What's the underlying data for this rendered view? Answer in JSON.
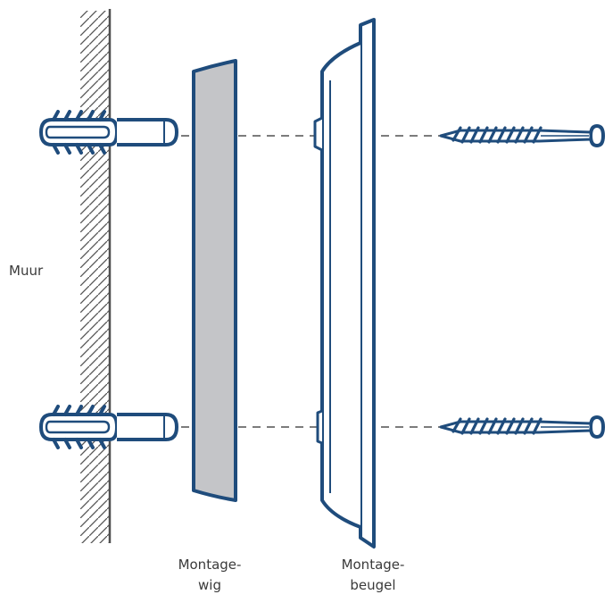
{
  "labels": {
    "wall": "Muur",
    "wedge_line1": "Montage-",
    "wedge_line2": "wig",
    "bracket_line1": "Montage-",
    "bracket_line2": "beugel"
  },
  "colors": {
    "outline": "#1f4c7c",
    "wedge_fill": "#c4c5c8",
    "hatch": "#555555",
    "text": "#3a3a3a",
    "guide": "#505050"
  },
  "icons": [
    "wall-hatch-icon",
    "wall-plug-icon",
    "wedge-icon",
    "bracket-icon",
    "screw-icon"
  ]
}
